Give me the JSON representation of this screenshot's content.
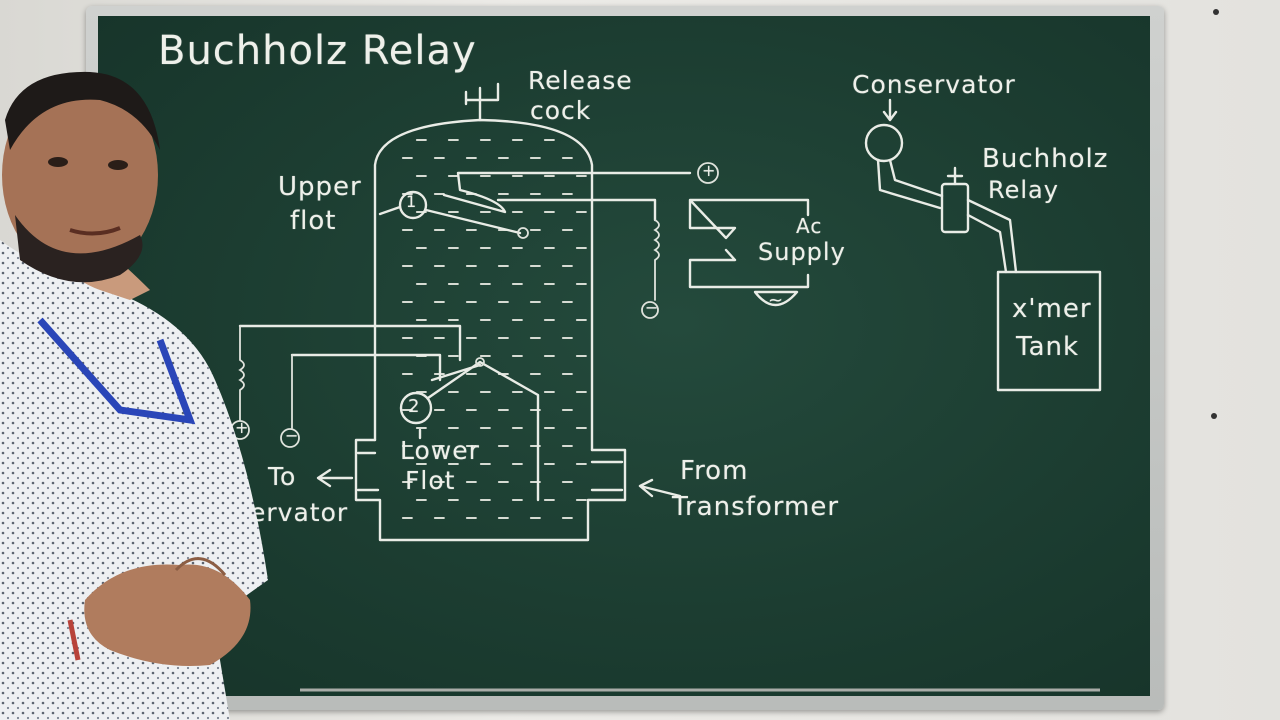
{
  "board": {
    "title": "Buchholz Relay",
    "labels": {
      "release_cock": [
        "Release",
        "cock"
      ],
      "upper_float": [
        "Upper",
        "flot"
      ],
      "lower_float": [
        "Lower",
        "Flot"
      ],
      "to_conservator": [
        "To",
        "ervator"
      ],
      "from_transformer": [
        "From",
        "Transformer"
      ],
      "ac_supply": [
        "Ac",
        "Supply"
      ],
      "conservator": "Conservator",
      "buchholz_relay": [
        "Buchholz",
        "Relay"
      ],
      "tank": [
        "x'mer",
        "Tank"
      ],
      "float_1": "1",
      "float_2": "2",
      "plus": "+",
      "minus": "−",
      "ac_symbol": "~"
    }
  },
  "colors": {
    "board": "#1c3d31",
    "chalk": "#e9ece6",
    "frame": "#c4c6c4",
    "shirt": "#eef0f2",
    "lanyard": "#2a46b8"
  }
}
